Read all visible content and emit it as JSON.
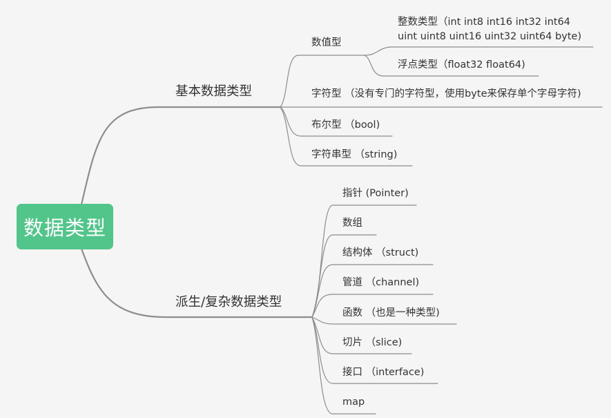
{
  "root": {
    "label": "数据类型"
  },
  "branches": [
    {
      "label": "基本数据类型",
      "children": [
        {
          "label": "数值型",
          "children": [
            {
              "line1": "整数类型（int int8 int16 int32 int64",
              "line2": "uint uint8 uint16 uint32 uint64 byte)"
            },
            {
              "label": "浮点类型（float32 float64)"
            }
          ]
        },
        {
          "label": "字符型 （没有专门的字符型，使用byte来保存单个字母字符)"
        },
        {
          "label": "布尔型 （bool)"
        },
        {
          "label": "字符串型 （string)"
        }
      ]
    },
    {
      "label": "派生/复杂数据类型",
      "children": [
        {
          "label": "指针 (Pointer)"
        },
        {
          "label": "数组"
        },
        {
          "label": "结构体 （struct)"
        },
        {
          "label": "管道 （channel)"
        },
        {
          "label": "函数 （也是一种类型)"
        },
        {
          "label": "切片 （slice)"
        },
        {
          "label": "接口 （interface)"
        },
        {
          "label": "map"
        }
      ]
    }
  ]
}
